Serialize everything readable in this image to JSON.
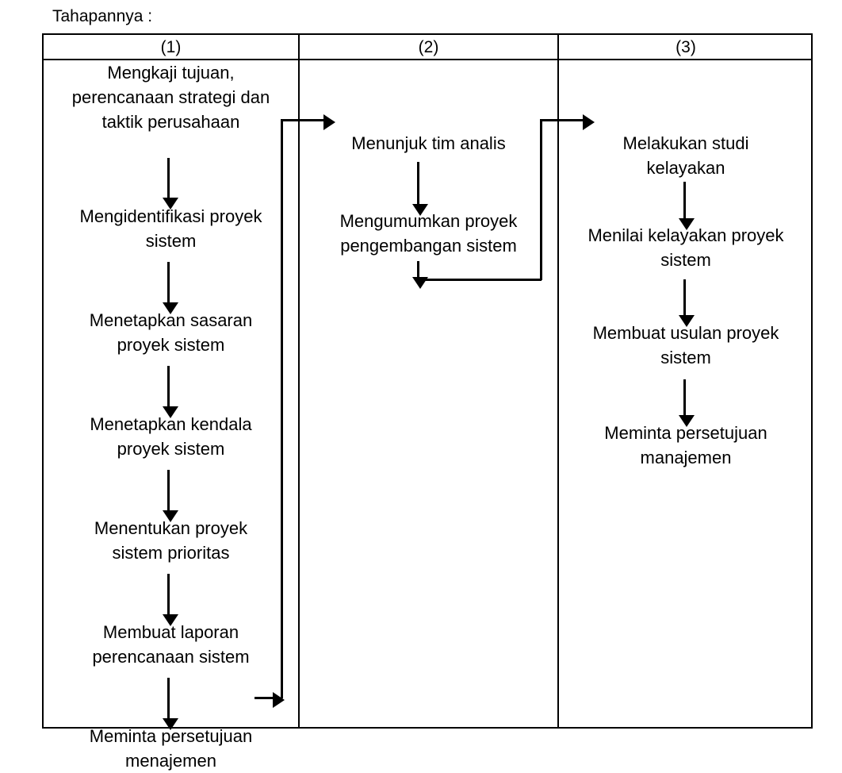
{
  "caption": "Tahapannya :",
  "table": {
    "headers": [
      "(1)",
      "(2)",
      "(3)"
    ],
    "columns": [
      {
        "id": "col-1",
        "header": "(1)",
        "steps": [
          "Mengkaji tujuan,\nperencanaan strategi dan\ntaktik perusahaan",
          "Mengidentifikasi proyek\nsistem",
          "Menetapkan sasaran\nproyek sistem",
          "Menetapkan kendala\nproyek sistem",
          "Menentukan proyek\nsistem prioritas",
          "Membuat laporan\nperencanaan sistem",
          "Meminta persetujuan\nmenajemen"
        ]
      },
      {
        "id": "col-2",
        "header": "(2)",
        "steps": [
          "Menunjuk tim analis",
          "Mengumumkan proyek\npengembangan sistem"
        ]
      },
      {
        "id": "col-3",
        "header": "(3)",
        "steps": [
          "Melakukan studi\nkelayakan",
          "Menilai kelayakan proyek\nsistem",
          "Membuat usulan proyek\nsistem",
          "Meminta persetujuan\nmanajemen"
        ]
      }
    ]
  },
  "colors": {
    "line": "#000000",
    "background": "#ffffff",
    "text": "#000000"
  }
}
